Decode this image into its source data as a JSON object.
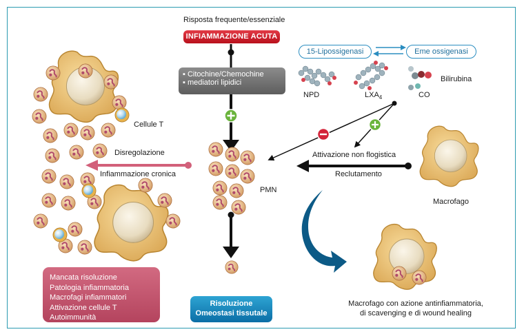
{
  "labels": {
    "top": "Risposta frequente/essenziale",
    "acute": "INFIAMMAZIONE ACUTA",
    "mediators": [
      "▪ Citochine/Chemochine",
      "▪ mediatori lipidici"
    ],
    "lipoxygenase": "15-Lipossigenasi",
    "heme": "Eme ossigenasi",
    "bilirubin": "Bilirubina",
    "npd": "NPD",
    "lxa": "LXA",
    "lxa_sub": "4",
    "co": "CO",
    "t_cells": "Cellule T",
    "dysregulation": "Disregolazione",
    "chronic": "Infiammazione cronica",
    "pmn": "PMN",
    "non_phlogistic": "Attivazione non flogistica",
    "recruitment": "Reclutamento",
    "macrophage": "Macrofago",
    "resolution": [
      "Risoluzione",
      "Omeostasi tissutale"
    ],
    "outcomes": [
      "Mancata risoluzione",
      "Patologia infiammatoria",
      "Macrofagi infiammatori",
      "Attivazione cellule T",
      "Autoimmunità"
    ],
    "anti_macrophage": [
      "Macrofago con azione antinfiammatoria,",
      "di scavenging e di wound healing"
    ]
  },
  "colors": {
    "frame": "#2a9ab0",
    "acute_red": "#c8202c",
    "pink_arrow": "#d2607a",
    "blue_curve": "#0c5a86",
    "plus_green": "#6ab43c",
    "minus_red": "#d4243a",
    "cell_tan": "#f0cc84",
    "nucleus": "#efe4cc",
    "pmn_pink": "#e8a8a0"
  },
  "icons": [
    "plus-icon",
    "minus-icon",
    "molecule-icon",
    "macrophage-icon",
    "pmn-cell-icon",
    "t-cell-icon"
  ]
}
